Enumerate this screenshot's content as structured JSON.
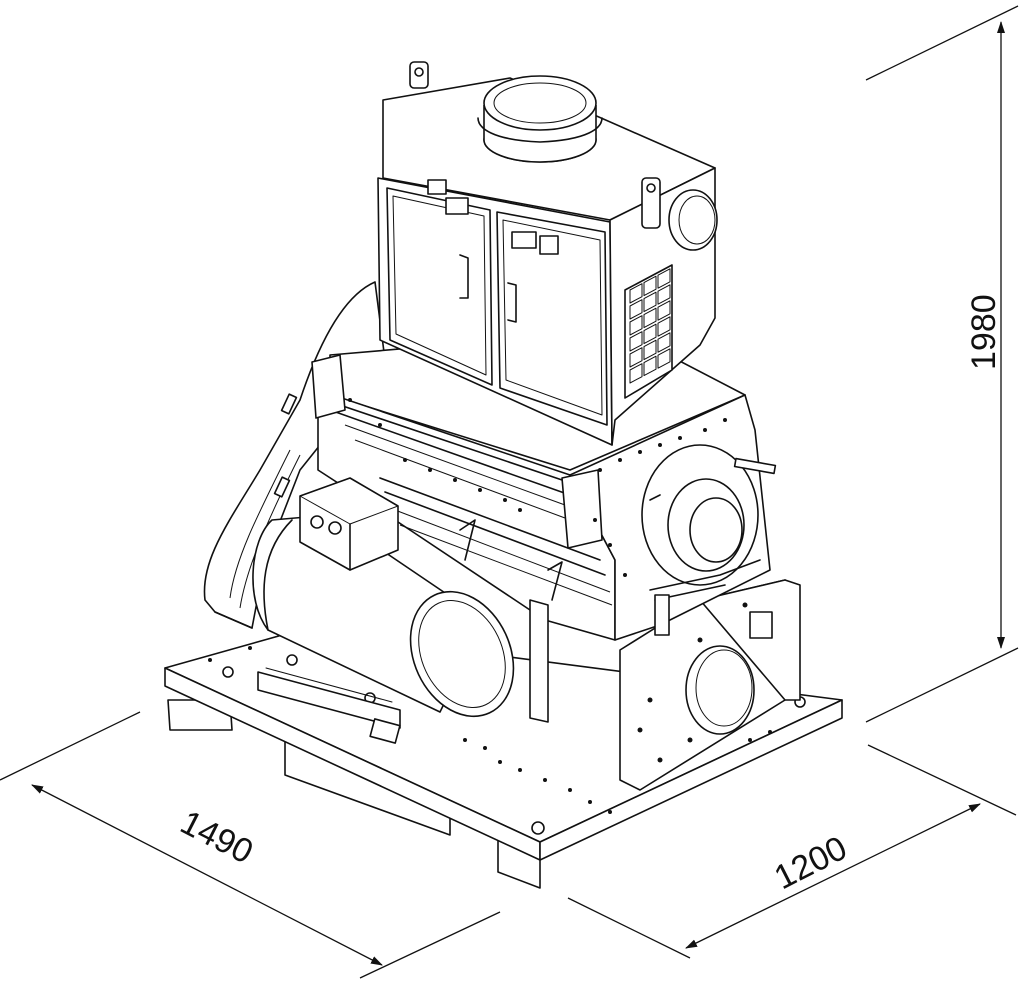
{
  "dimensions": {
    "length": "1490",
    "width": "1200",
    "height": "1980"
  },
  "colors": {
    "line": "#111111",
    "background": "#ffffff"
  }
}
